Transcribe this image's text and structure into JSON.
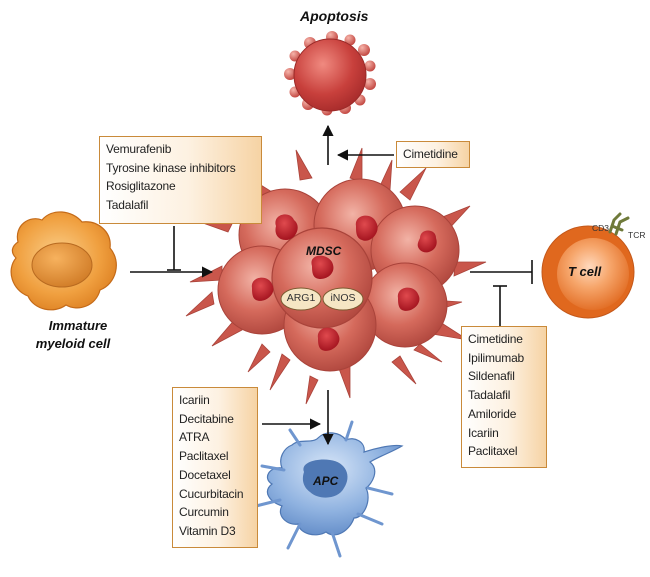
{
  "labels": {
    "apoptosis": "Apoptosis",
    "mdsc": "MDSC",
    "arg1": "ARG1",
    "inos": "iNOS",
    "tcell": "T cell",
    "cd3": "CD3",
    "tcr": "TCR",
    "apc": "APC",
    "immature_line1": "Immature",
    "immature_line2": "myeloid cell"
  },
  "boxes": {
    "top_left": [
      "Vemurafenib",
      "Tyrosine kinase inhibitors",
      "Rosiglitazone",
      "Tadalafil"
    ],
    "top_right": [
      "Cimetidine"
    ],
    "bottom_left": [
      "Icariin",
      "Decitabine",
      "ATRA",
      "Paclitaxel",
      "Docetaxel",
      "Cucurbitacin",
      "Curcumin",
      "Vitamin D3"
    ],
    "bottom_right": [
      "Cimetidine",
      "Ipilimumab",
      "Sildenafil",
      "Tadalafil",
      "Amiloride",
      "Icariin",
      "Paclitaxel"
    ]
  },
  "colors": {
    "mdsc_body": "#c9564b",
    "mdsc_nucleus": "#b0202a",
    "tcell": "#e8702a",
    "apc": "#7ea6d9",
    "immature": "#e8902c",
    "box_border": "#c98a3a"
  }
}
